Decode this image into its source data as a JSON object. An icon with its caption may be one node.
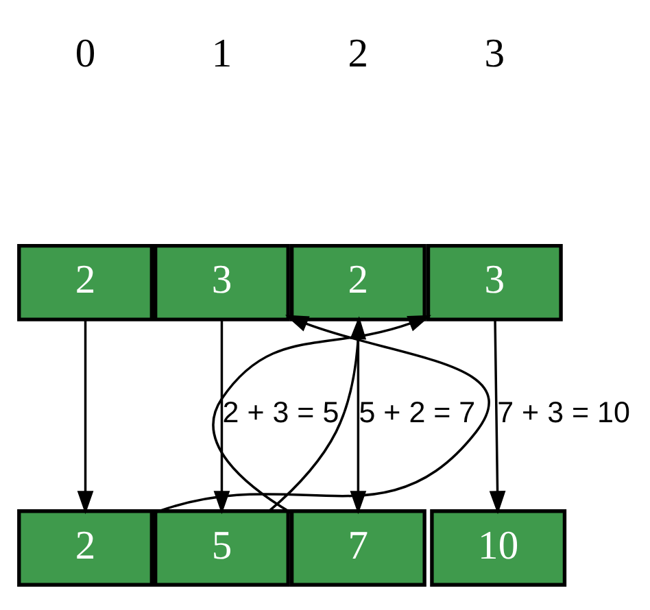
{
  "diagram": {
    "nodes": [
      {
        "text": [
          "2"
        ]
      },
      {
        "text": [
          "3"
        ]
      },
      {
        "text": [
          "2"
        ]
      },
      {
        "text": [
          "3"
        ]
      },
      {
        "text": [
          "2"
        ]
      },
      {
        "text": [
          "5"
        ]
      },
      {
        "text": [
          "7"
        ]
      },
      {
        "text": [
          "10"
        ]
      }
    ],
    "edges": [
      {
        "from": 0,
        "to": 4,
        "arrow": "to"
      },
      {
        "from": 4,
        "to": 1,
        "arrow": "to"
      },
      {
        "from": 1,
        "to": 5,
        "arrow": "to",
        "label": "2 + 3 = 5"
      },
      {
        "from": 5,
        "to": 2,
        "arrow": "to"
      },
      {
        "from": 2,
        "to": 6,
        "arrow": "to",
        "label": "5 + 2 = 7"
      },
      {
        "from": 6,
        "to": 3,
        "arrow": "to"
      },
      {
        "from": 3,
        "to": 7,
        "arrow": "to",
        "label": "7 + 3 = 10"
      }
    ],
    "labels": [
      "0",
      "1",
      "2",
      "3"
    ]
  }
}
